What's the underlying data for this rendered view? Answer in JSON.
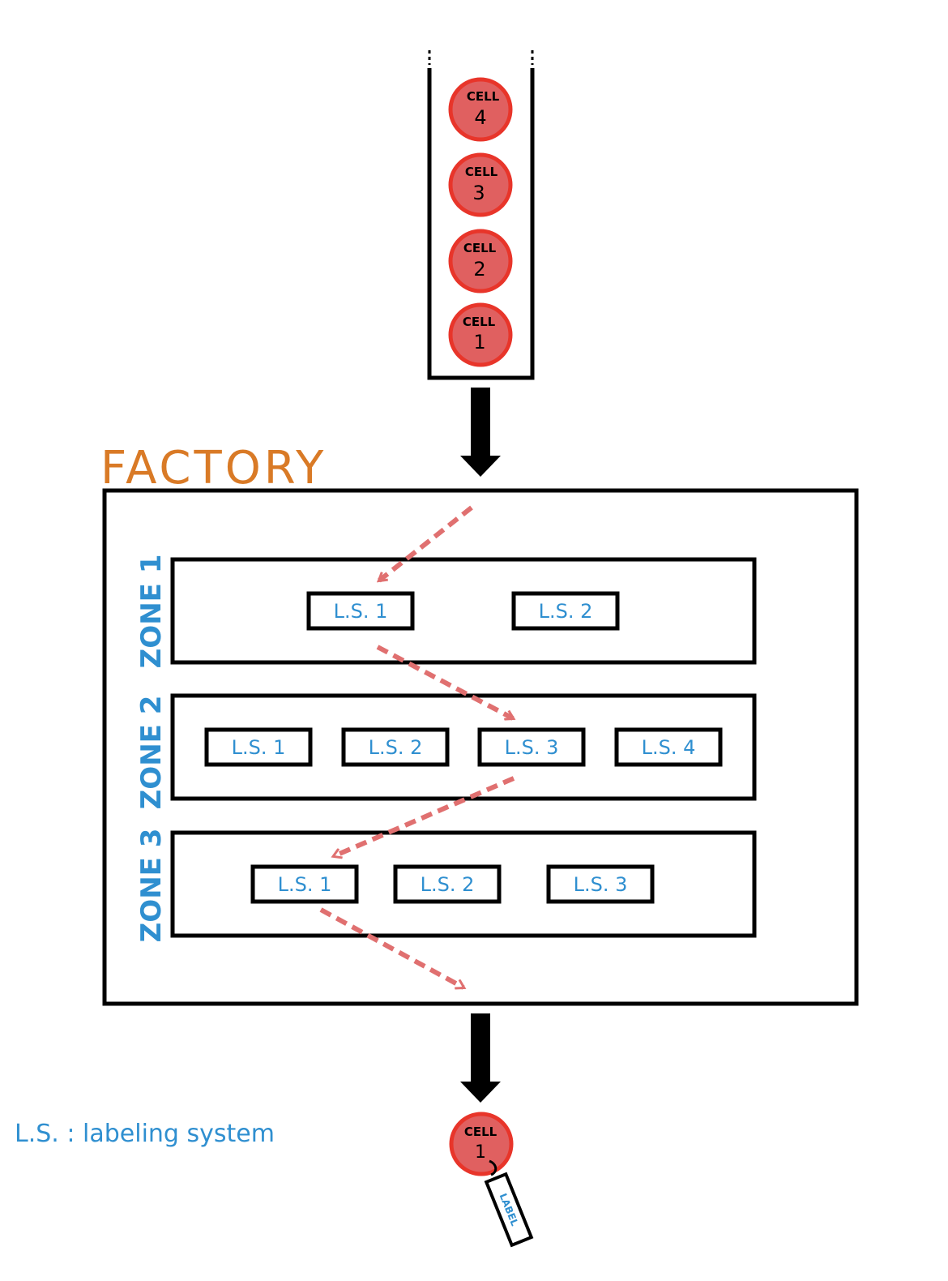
{
  "title": "FACTORY",
  "queue": {
    "cells": [
      {
        "label": "CELL",
        "number": "4"
      },
      {
        "label": "CELL",
        "number": "3"
      },
      {
        "label": "CELL",
        "number": "2"
      },
      {
        "label": "CELL",
        "number": "1"
      }
    ]
  },
  "zones": [
    {
      "name": "ZONE 1",
      "systems": [
        "L.S. 1",
        "L.S. 2"
      ]
    },
    {
      "name": "ZONE 2",
      "systems": [
        "L.S. 1",
        "L.S. 2",
        "L.S. 3",
        "L.S. 4"
      ]
    },
    {
      "name": "ZONE 3",
      "systems": [
        "L.S. 1",
        "L.S. 2",
        "L.S. 3"
      ]
    }
  ],
  "output": {
    "label": "CELL",
    "number": "1",
    "tag": "LABEL"
  },
  "legend": "L.S. : labeling system",
  "colors": {
    "title": "#d97a26",
    "zone_text": "#2f8fd0",
    "cell_fill": "#e06060",
    "cell_stroke": "#e8352a",
    "path_arrow": "#e07070",
    "outline": "#000000"
  }
}
